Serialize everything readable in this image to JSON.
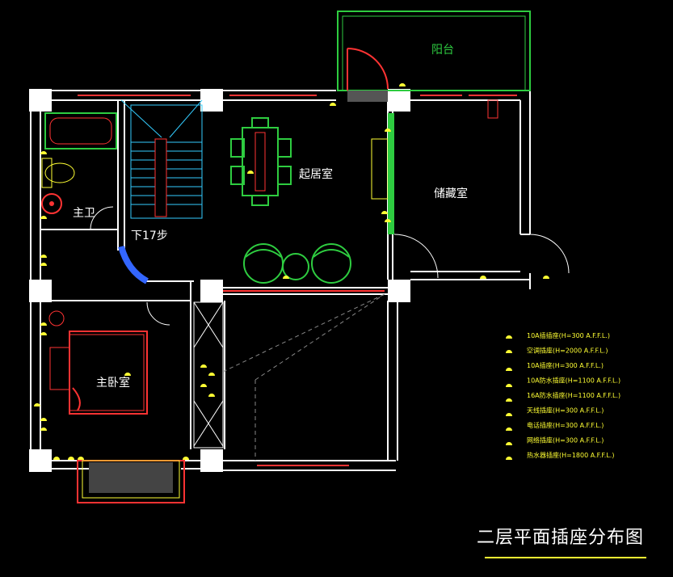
{
  "title": "二层平面插座分布图",
  "rooms": {
    "balcony": "阳台",
    "living": "起居室",
    "storage": "储藏室",
    "master_bath": "主卫",
    "stairs": "下17步",
    "master_bed": "主卧室"
  },
  "legend": [
    {
      "symbol": "socket-10a-icon",
      "label": "10A插插座(H=300 A.F.F.L.)"
    },
    {
      "symbol": "socket-ac-icon",
      "label": "空调插座(H=2000 A.F.F.L.)"
    },
    {
      "symbol": "socket-plain-icon",
      "label": "10A插座(H=300 A.F.F.L.)"
    },
    {
      "symbol": "socket-waterproof-icon",
      "label": "10A防水插座(H=1100 A.F.F.L.)"
    },
    {
      "symbol": "socket-waterproof-16a-icon",
      "label": "16A防水插座(H=1100 A.F.F.L.)"
    },
    {
      "symbol": "tv-socket-icon",
      "label": "天线插座(H=300 A.F.F.L.)"
    },
    {
      "symbol": "phone-socket-icon",
      "label": "电话插座(H=300 A.F.F.L.)"
    },
    {
      "symbol": "network-socket-icon",
      "label": "网络插座(H=300 A.F.F.L.)"
    },
    {
      "symbol": "heater-socket-icon",
      "label": "热水器插座(H=1800 A.F.F.L.)"
    }
  ],
  "colors": {
    "wall": "#ffffff",
    "window": "#ff3333",
    "furniture": "#2ecc40",
    "stair": "#33ccff",
    "bed": "#ff3333",
    "socket": "#ffff33",
    "title_underline": "#ffff33"
  }
}
